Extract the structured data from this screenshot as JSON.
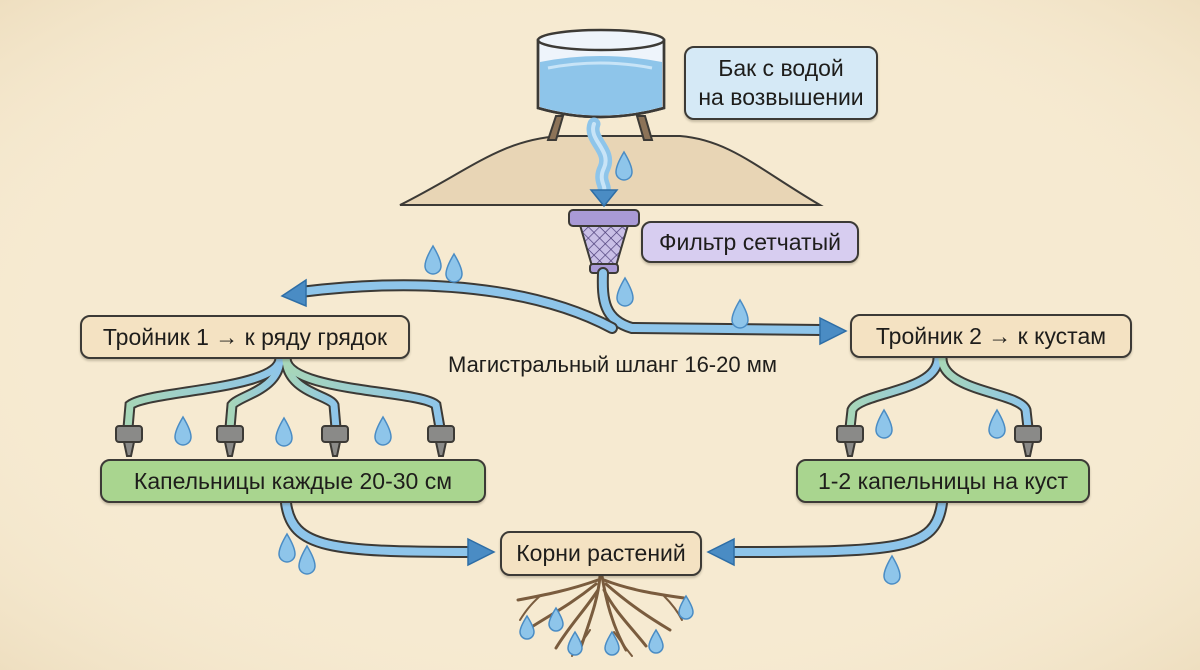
{
  "tank": {
    "line1": "Бак с водой",
    "line2": "на возвышении"
  },
  "filter": {
    "label": "Фильтр сетчатый"
  },
  "tee1": {
    "label": "Тройник 1 → к ряду грядок"
  },
  "tee2": {
    "label": "Тройник 2 → к кустам"
  },
  "hose": {
    "label": "Магистральный шланг 16-20 мм"
  },
  "drippers_row": {
    "label": "Капельницы каждые 20-30 см"
  },
  "drippers_bush": {
    "label": "1-2 капельницы на куст"
  },
  "roots": {
    "label": "Корни растений"
  },
  "colors": {
    "background": "#f6ead1",
    "hill": "#e8d5b5",
    "water": "#8ec5ea",
    "water_dark": "#4a8cc4",
    "pipe_green": "#8fc8a8",
    "outline": "#3c3a36",
    "roots": "#7a5c3e"
  }
}
